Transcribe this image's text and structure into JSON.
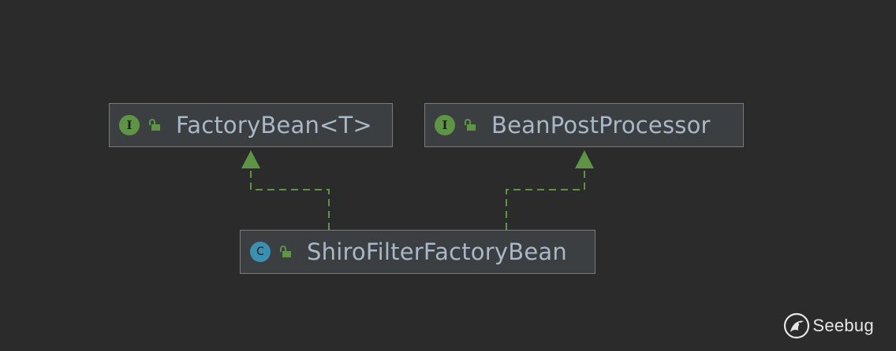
{
  "diagram": {
    "nodes": [
      {
        "id": "factorybean",
        "kind": "interface",
        "kind_letter": "I",
        "label": "FactoryBean<T>",
        "visibility": "public"
      },
      {
        "id": "beanpostprocessor",
        "kind": "interface",
        "kind_letter": "I",
        "label": "BeanPostProcessor",
        "visibility": "public"
      },
      {
        "id": "shirofilter",
        "kind": "class",
        "kind_letter": "C",
        "label": "ShiroFilterFactoryBean",
        "visibility": "public"
      }
    ],
    "edges": [
      {
        "from": "ShiroFilterFactoryBean",
        "to": "FactoryBean<T>",
        "type": "implements"
      },
      {
        "from": "ShiroFilterFactoryBean",
        "to": "BeanPostProcessor",
        "type": "implements"
      }
    ],
    "colors": {
      "background": "#2b2b2b",
      "node_fill": "#3c3f41",
      "node_border": "#7a7a7a",
      "label": "#a9b7c6",
      "interface_badge": "#5f9447",
      "class_badge": "#3b8fb0",
      "edge": "#5f9447"
    }
  },
  "watermark": {
    "text": "Seebug",
    "icon": "seebug-logo-icon"
  }
}
